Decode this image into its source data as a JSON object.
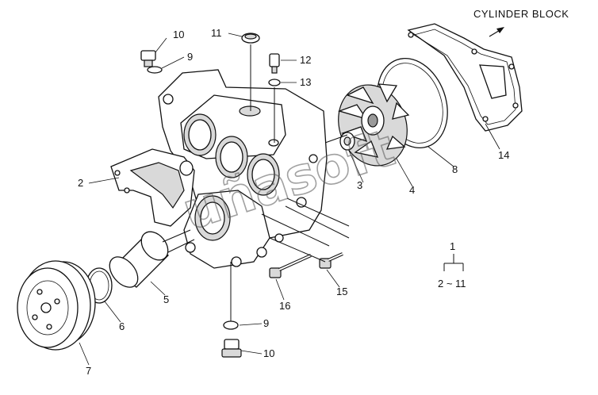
{
  "header": {
    "direction_label": "CYLINDER BLOCK"
  },
  "watermark": "uñasoft",
  "callouts": [
    {
      "id": "c10a",
      "text": "10"
    },
    {
      "id": "c9a",
      "text": "9"
    },
    {
      "id": "c11",
      "text": "11"
    },
    {
      "id": "c12",
      "text": "12"
    },
    {
      "id": "c13",
      "text": "13"
    },
    {
      "id": "c2",
      "text": "2"
    },
    {
      "id": "c3",
      "text": "3"
    },
    {
      "id": "c4",
      "text": "4"
    },
    {
      "id": "c8",
      "text": "8"
    },
    {
      "id": "c14",
      "text": "14"
    },
    {
      "id": "c5",
      "text": "5"
    },
    {
      "id": "c6",
      "text": "6"
    },
    {
      "id": "c7",
      "text": "7"
    },
    {
      "id": "c9b",
      "text": "9"
    },
    {
      "id": "c10b",
      "text": "10"
    },
    {
      "id": "c16",
      "text": "16"
    },
    {
      "id": "c15",
      "text": "15"
    },
    {
      "id": "c1",
      "text": "1"
    }
  ],
  "legend": {
    "assembly_number": "1",
    "assembly_range": "2 ~ 11"
  }
}
